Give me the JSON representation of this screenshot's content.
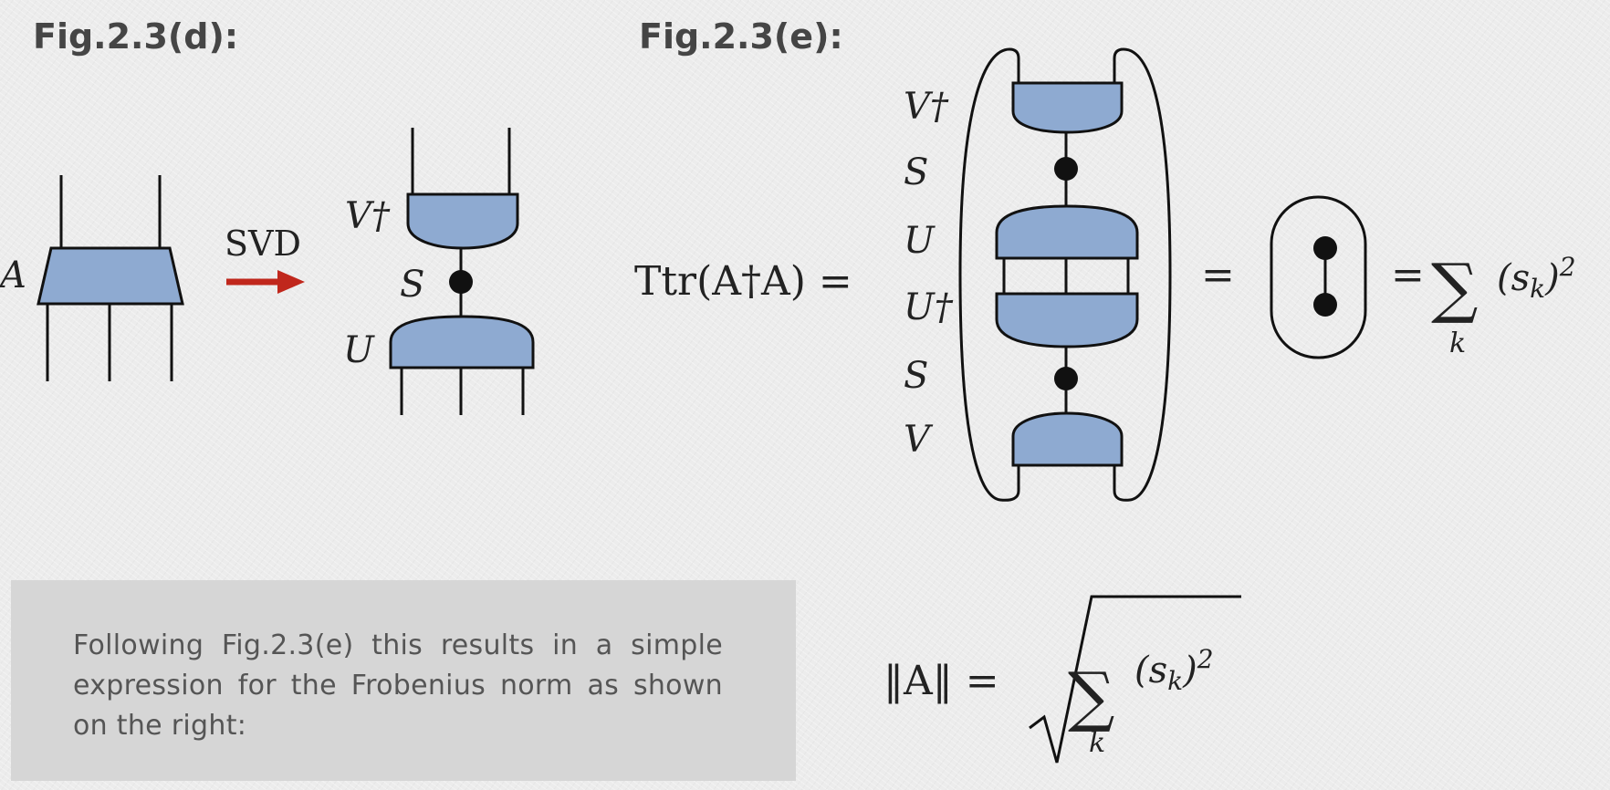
{
  "fig_d": {
    "title": "Fig.2.3(d):",
    "tensor_label": "A",
    "arrow_label": "SVD",
    "labels": {
      "vdag": "V†",
      "s": "S",
      "u": "U"
    }
  },
  "fig_e": {
    "title": "Fig.2.3(e):",
    "lhs": "Ttr(A†A) =",
    "stack_labels": [
      "V†",
      "S",
      "U",
      "U†",
      "S",
      "V"
    ],
    "equals_1": "=",
    "equals_2": "=",
    "sum_symbol": "∑",
    "sum_term": "(sk)2",
    "sum_index": "k"
  },
  "note": {
    "text": "Following Fig.2.3(e) this results in a simple expression for the Frobenius norm as shown on the right:"
  },
  "norm_formula": {
    "lhs": "‖A‖ =",
    "sum_symbol": "∑",
    "term": "(sk)2",
    "index": "k"
  },
  "colors": {
    "tensor_fill": "#8eaad1",
    "line": "#111111",
    "arrow": "#c0271c",
    "note_bg": "#d6d6d6",
    "note_text": "#555555",
    "title_text": "#454545"
  },
  "icons": {
    "svd_arrow": "arrow-right-icon"
  }
}
